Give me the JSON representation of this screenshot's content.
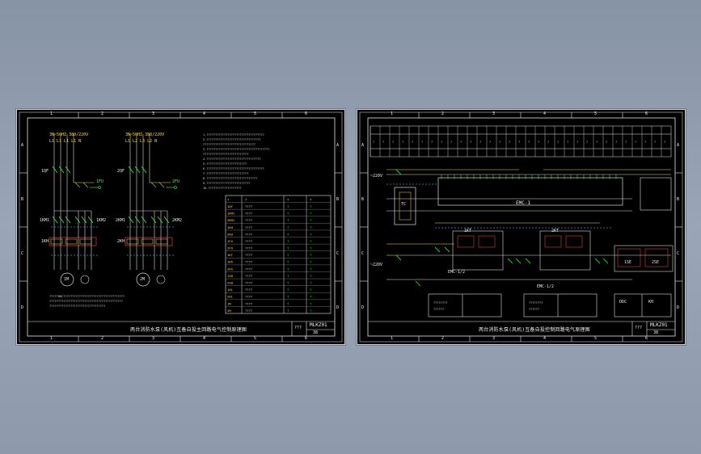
{
  "sheets": [
    {
      "id": "left",
      "title_block": {
        "title": "两台消防水泵(风机)互备自投主回路电气控制原理图",
        "code": "MLKZ01",
        "marks": [
          "???",
          "38"
        ]
      },
      "supply_a": "3N~50HZ 380/220V",
      "supply_a_bus": "L1 L1 L1 L1 N",
      "supply_b": "3N~50HZ 380/220V",
      "supply_b_bus": "L1 L2 L3 L2 N",
      "notes_left": "????????????????????????????????????????????",
      "component_labels": [
        "1QF",
        "2QF",
        "1FU",
        "2FU",
        "1KM1",
        "2KM1",
        "1KM2",
        "2KM2",
        "1KH",
        "2KH",
        "1M",
        "2M"
      ],
      "table_header": [
        "?",
        "?",
        "?",
        "?"
      ],
      "table_rows": [
        [
          "1QF",
          "????",
          "?",
          "?"
        ],
        [
          "1KM1",
          "????",
          "?",
          "?"
        ],
        [
          "2KM1",
          "????",
          "?",
          "?"
        ],
        [
          "1KH",
          "????",
          "?",
          "?"
        ],
        [
          "2KH",
          "????",
          "?",
          "?"
        ],
        [
          "1FU",
          "????",
          "?",
          "?"
        ],
        [
          "2FU",
          "????",
          "?",
          "?"
        ],
        [
          "1KT",
          "????",
          "?",
          "?"
        ],
        [
          "1KA",
          "????",
          "?",
          "?"
        ],
        [
          "2KA",
          "????",
          "?",
          "?"
        ],
        [
          "1SB",
          "????",
          "?",
          "?"
        ],
        [
          "2SB",
          "????",
          "?",
          "?"
        ],
        [
          "1HL",
          "????",
          "?",
          "?"
        ],
        [
          "2HL",
          "????",
          "?",
          "?"
        ],
        [
          "1M",
          "????",
          "?",
          "?"
        ],
        [
          "2M",
          "????",
          "?",
          "?"
        ]
      ],
      "column_numbers": [
        "1",
        "2",
        "3",
        "4",
        "5",
        "6"
      ],
      "row_letters": [
        "A",
        "B",
        "C",
        "D"
      ]
    },
    {
      "id": "right",
      "title_block": {
        "title": "两台消防水泵(风机)互备自投控制回路电气原理图",
        "code": "MLKZ01",
        "marks": [
          "???",
          "38"
        ]
      },
      "device_label": "EMC-1",
      "supply_label_1": "~220V",
      "supply_label_2": "~220V",
      "component_labels": [
        "TC",
        "1SE",
        "2SE",
        "DDC",
        "KH",
        "EMC-1/2",
        "EMC-1/2",
        "1KT",
        "2KT"
      ],
      "column_numbers": [
        "1",
        "2",
        "3",
        "4",
        "5",
        "6"
      ],
      "row_letters": [
        "A",
        "B",
        "C",
        "D"
      ]
    }
  ],
  "colors": {
    "background": "#8e99ab",
    "sheet": "#000000",
    "frame": "#e6e6e6",
    "wire_white": "#dcdcdc",
    "wire_yellow": "#ffd84a",
    "wire_green": "#3cff4a",
    "wire_cyan": "#4fe3ff",
    "wire_red": "#ff5050"
  }
}
